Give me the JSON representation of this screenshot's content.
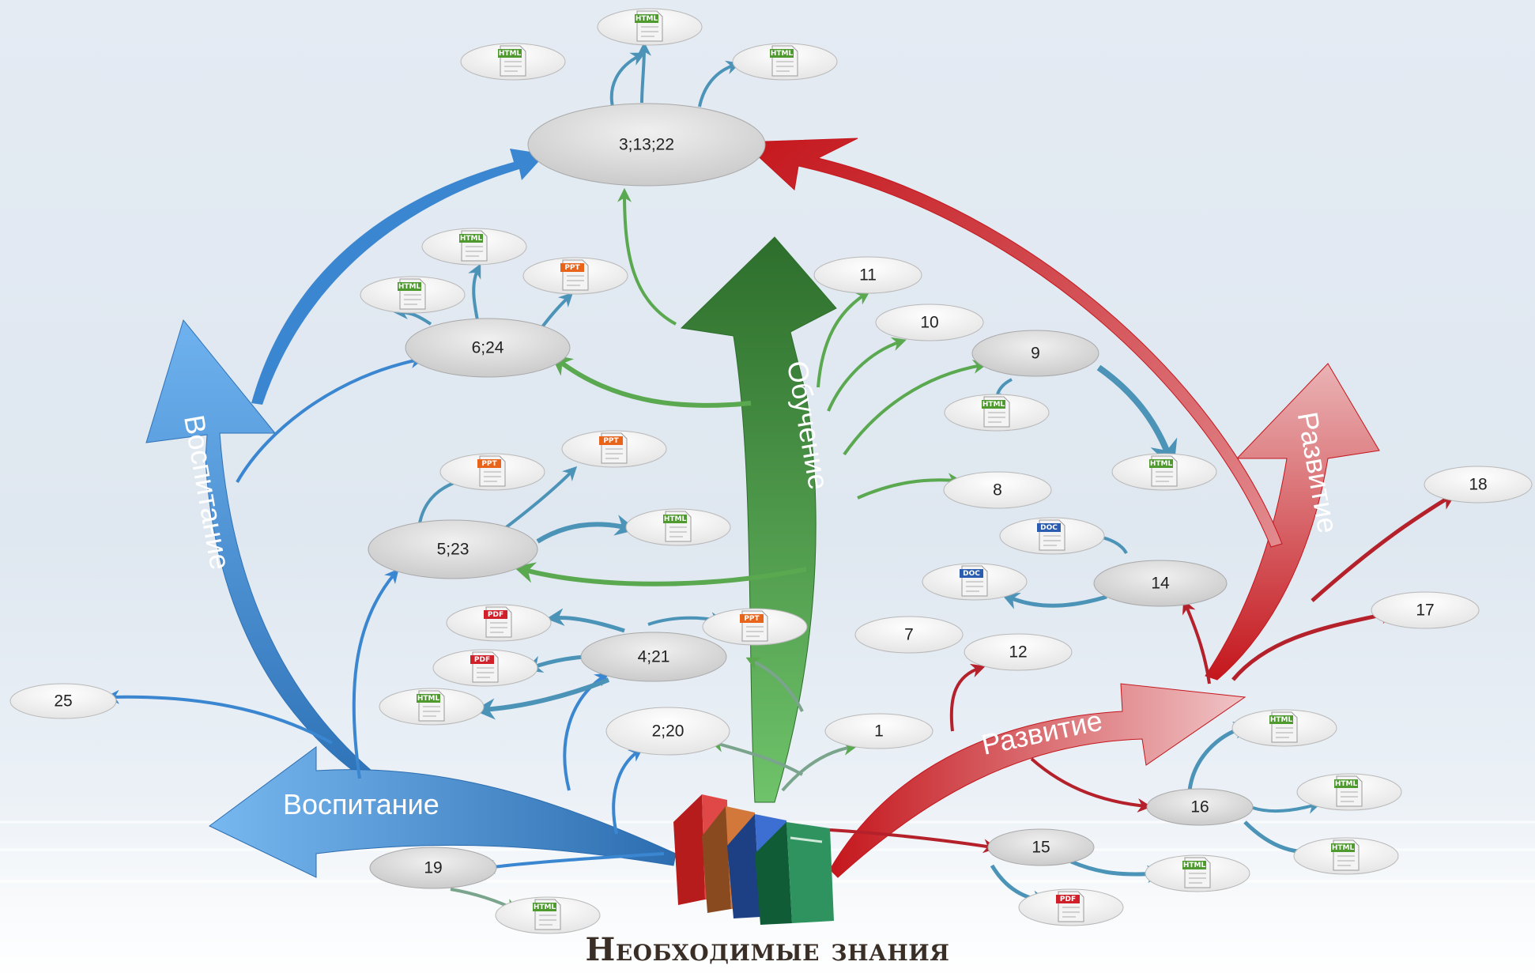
{
  "footer": {
    "title": "Необходимые знания"
  },
  "branches": {
    "obuchenie": "Обучение",
    "vospitanie_vertical": "Воспитание",
    "vospitanie_horizontal": "Воспитание",
    "razvitie_vertical": "Развитие",
    "razvitie_horizontal": "Развитие"
  },
  "nodes": {
    "n3_13_22": "3;13;22",
    "n6_24": "6;24",
    "n5_23": "5;23",
    "n4_21": "4;21",
    "n2_20": "2;20",
    "n1": "1",
    "n7": "7",
    "n8": "8",
    "n9": "9",
    "n10": "10",
    "n11": "11",
    "n12": "12",
    "n14": "14",
    "n15": "15",
    "n16": "16",
    "n17": "17",
    "n18": "18",
    "n19": "19",
    "n25": "25"
  },
  "doc_types": {
    "html": "HTML",
    "ppt": "PPT",
    "pdf": "PDF",
    "doc": "DOC"
  },
  "colors": {
    "green_arrow": "#3a8f36",
    "blue_arrow": "#3a86d0",
    "red_arrow": "#c4161c",
    "node_grey": "#d9d9d9",
    "node_white": "#f6f6f6",
    "html_tag": "#4e9a2e",
    "ppt_tag": "#e8641b",
    "pdf_tag": "#d0202a",
    "doc_tag": "#2a5db0"
  }
}
